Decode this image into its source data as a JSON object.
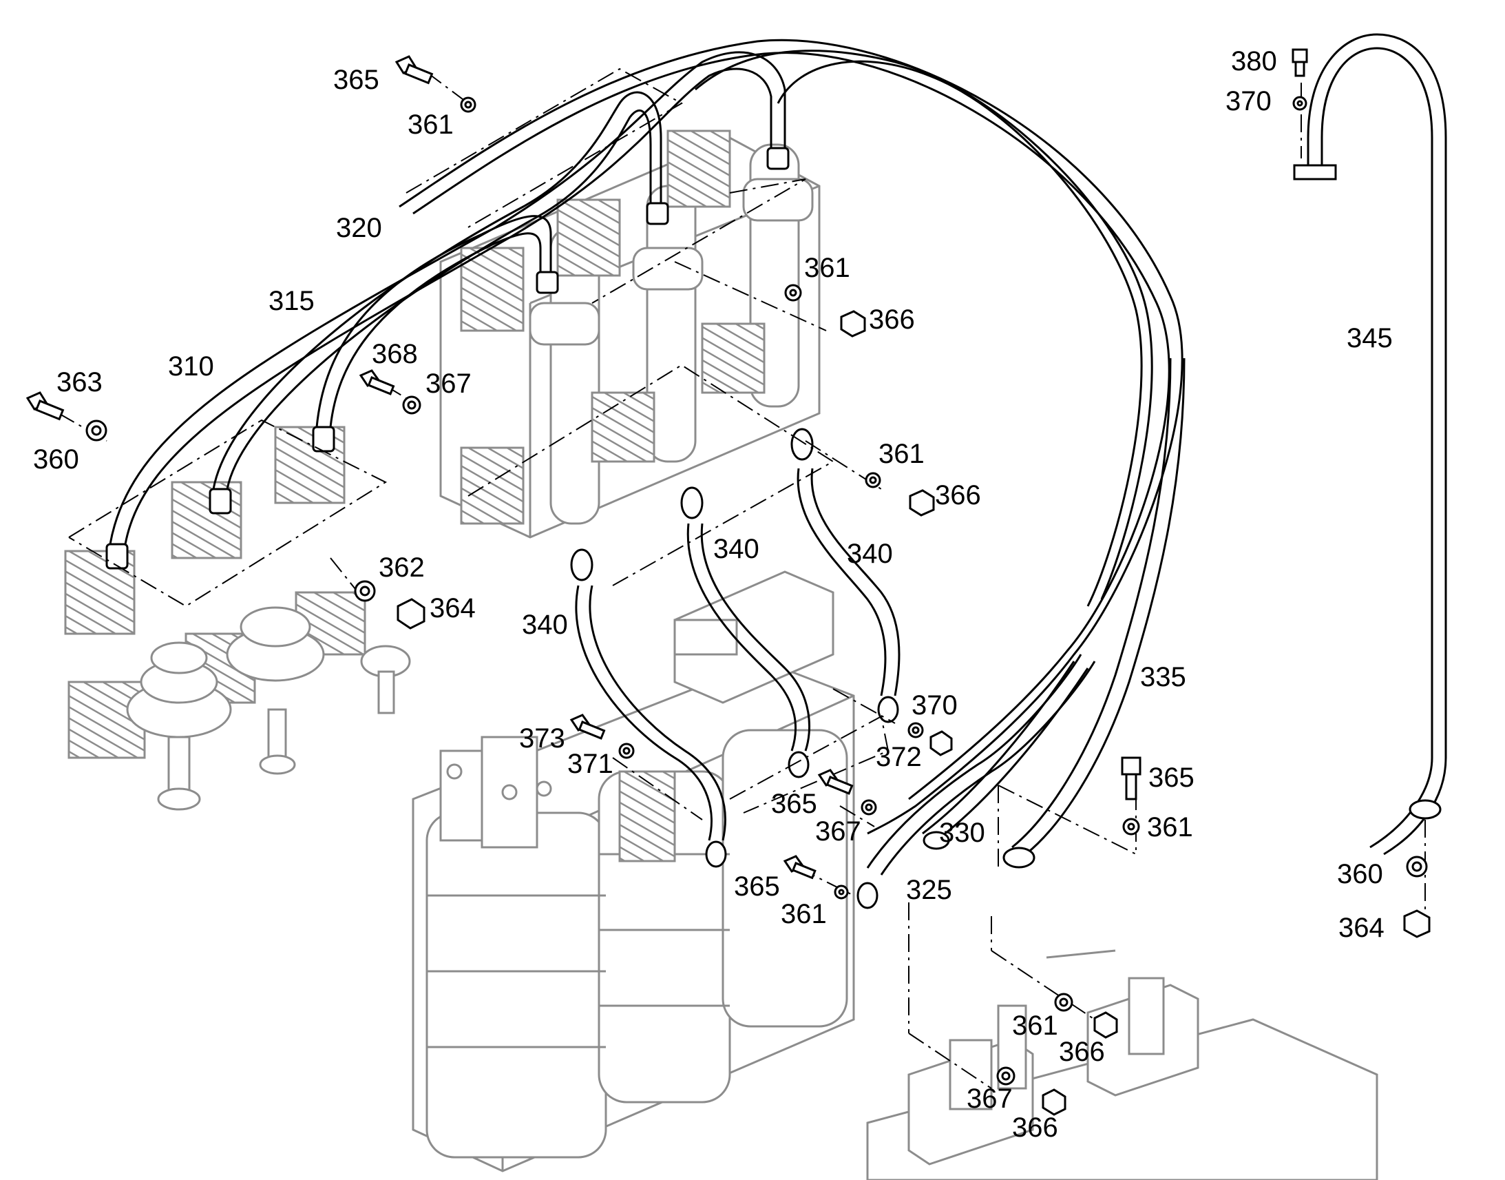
{
  "diagram": {
    "labels": [
      {
        "id": "lbl-365-a",
        "text": "365"
      },
      {
        "id": "lbl-361-a",
        "text": "361"
      },
      {
        "id": "lbl-320",
        "text": "320"
      },
      {
        "id": "lbl-315",
        "text": "315"
      },
      {
        "id": "lbl-310",
        "text": "310"
      },
      {
        "id": "lbl-363",
        "text": "363"
      },
      {
        "id": "lbl-360-a",
        "text": "360"
      },
      {
        "id": "lbl-368",
        "text": "368"
      },
      {
        "id": "lbl-367-a",
        "text": "367"
      },
      {
        "id": "lbl-361-b",
        "text": "361"
      },
      {
        "id": "lbl-366-a",
        "text": "366"
      },
      {
        "id": "lbl-361-c",
        "text": "361"
      },
      {
        "id": "lbl-366-b",
        "text": "366"
      },
      {
        "id": "lbl-362",
        "text": "362"
      },
      {
        "id": "lbl-364-a",
        "text": "364"
      },
      {
        "id": "lbl-340-a",
        "text": "340"
      },
      {
        "id": "lbl-340-b",
        "text": "340"
      },
      {
        "id": "lbl-340-c",
        "text": "340"
      },
      {
        "id": "lbl-380",
        "text": "380"
      },
      {
        "id": "lbl-370-a",
        "text": "370"
      },
      {
        "id": "lbl-345",
        "text": "345"
      },
      {
        "id": "lbl-335",
        "text": "335"
      },
      {
        "id": "lbl-370-b",
        "text": "370"
      },
      {
        "id": "lbl-372",
        "text": "372"
      },
      {
        "id": "lbl-373",
        "text": "373"
      },
      {
        "id": "lbl-371",
        "text": "371"
      },
      {
        "id": "lbl-365-b",
        "text": "365"
      },
      {
        "id": "lbl-367-b",
        "text": "367"
      },
      {
        "id": "lbl-330",
        "text": "330"
      },
      {
        "id": "lbl-365-c",
        "text": "365"
      },
      {
        "id": "lbl-361-d",
        "text": "361"
      },
      {
        "id": "lbl-365-d",
        "text": "365"
      },
      {
        "id": "lbl-361-e",
        "text": "361"
      },
      {
        "id": "lbl-325",
        "text": "325"
      },
      {
        "id": "lbl-360-b",
        "text": "360"
      },
      {
        "id": "lbl-364-b",
        "text": "364"
      },
      {
        "id": "lbl-361-f",
        "text": "361"
      },
      {
        "id": "lbl-366-c",
        "text": "366"
      },
      {
        "id": "lbl-367-c",
        "text": "367"
      },
      {
        "id": "lbl-366-d",
        "text": "366"
      }
    ]
  },
  "colors": {
    "line": "#000000",
    "equipment": "#8c8c8c",
    "background": "#ffffff"
  }
}
